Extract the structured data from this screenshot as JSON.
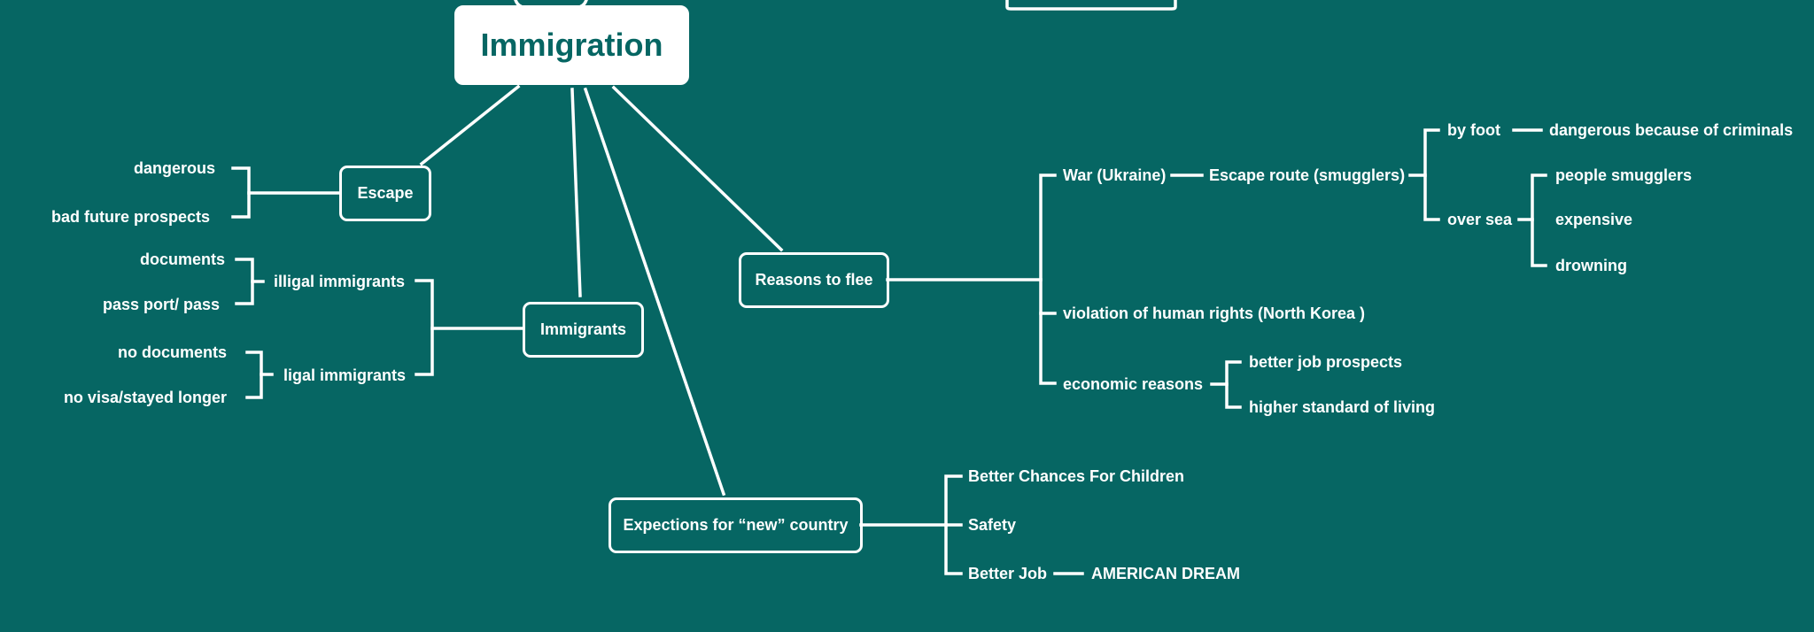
{
  "colors": {
    "background": "#066663",
    "line": "#ffffff",
    "root_text": "#066663"
  },
  "mindmap": {
    "root": {
      "label": "Immigration"
    },
    "escape": {
      "label": "Escape",
      "items": [
        "dangerous",
        "bad future prospects"
      ]
    },
    "immigrants": {
      "label": "Immigrants",
      "illegal": {
        "label": "illigal immigrants",
        "items": [
          "documents",
          "pass port/ pass"
        ]
      },
      "legal": {
        "label": "ligal immigrants",
        "items": [
          "no documents",
          "no visa/stayed longer"
        ]
      }
    },
    "reasons": {
      "label": "Reasons to flee",
      "war": {
        "label": "War (Ukraine)",
        "route": "Escape route (smugglers)",
        "by_foot": "by foot",
        "by_foot_detail": "dangerous because of criminals",
        "over_sea": "over sea",
        "sea_items": [
          "people smugglers",
          "expensive",
          "drowning"
        ]
      },
      "human_rights": "violation of human rights (North Korea )",
      "economic": {
        "label": "economic reasons",
        "items": [
          "better job prospects",
          "higher standard of living"
        ]
      }
    },
    "expectations": {
      "label": "Expections for “new” country",
      "items": [
        "Better Chances For Children",
        "Safety",
        "Better Job"
      ],
      "better_job_detail": "AMERICAN DREAM"
    }
  }
}
